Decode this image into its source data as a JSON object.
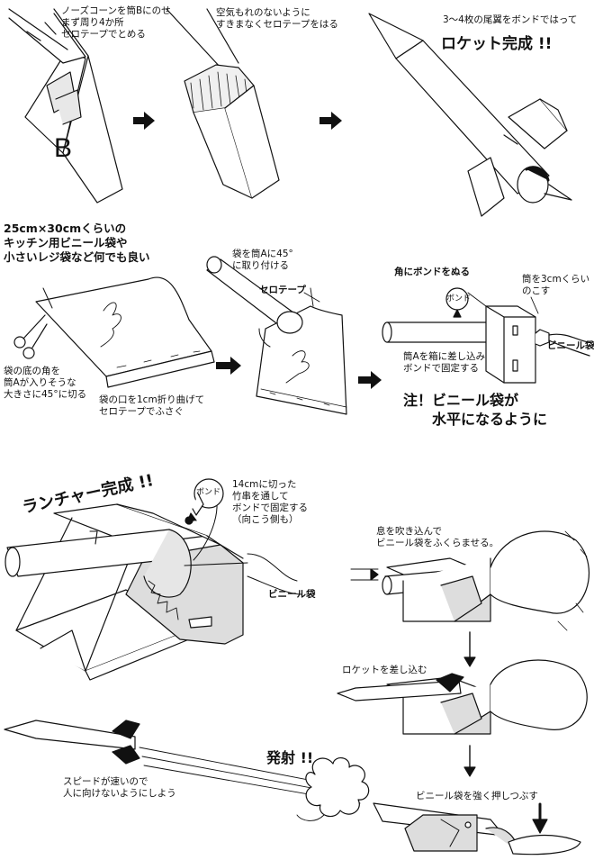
{
  "step1": {
    "caption": "ノーズコーンを筒Bにのせ\nまず周り4か所\nセロテープでとめる",
    "label_b": "B"
  },
  "step2": {
    "caption": "空気もれのないように\nすきまなくセロテープをはる"
  },
  "step3": {
    "caption": "3～4枚の尾翼をボンドではって",
    "title": "ロケット完成 !!"
  },
  "bag": {
    "caption": "25cm×30cmくらいの\nキッチン用ビニール袋や\n小さいレジ袋など何でも良い",
    "corner_note": "袋の底の角を\n筒Aが入りそうな\n大きさに45°に切る",
    "fold_note": "袋の口を1cm折り曲げて\nセロテープでふさぐ"
  },
  "attach": {
    "caption": "袋を筒Aに45°\nに取り付ける",
    "tape_label": "セロテープ"
  },
  "box": {
    "corner_bond": "角にボンドをぬる",
    "bond_label": "ボンド",
    "tube_note": "筒を3cmくらい\nのこす",
    "insert_note": "筒Aを箱に差し込み\nボンドで固定する",
    "bag_label": "ビニール袋",
    "warning": "注！ビニール袋が\n　　水平になるように"
  },
  "launcher": {
    "title": "ランチャー完成 !!",
    "bond_label": "ボンド",
    "skewer_note": "14cmに切った\n竹串を通して\nボンドで固定する\n（向こう側も）",
    "bag_label": "ビニール袋"
  },
  "inflate": {
    "caption": "息を吹き込んで\nビニール袋をふくらませる。"
  },
  "insert": {
    "caption": "ロケットを差し込む"
  },
  "launch": {
    "title": "発射 !!",
    "speed_warning": "スピードが速いので\n人に向けないようにしよう",
    "press_note": "ビニール袋を強く押しつぶす"
  }
}
